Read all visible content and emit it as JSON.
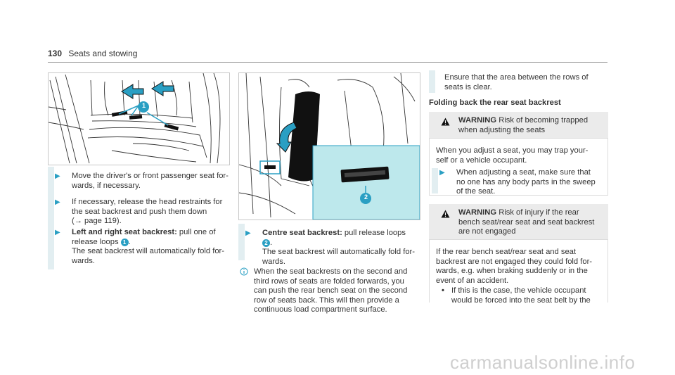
{
  "header": {
    "page_number": "130",
    "section": "Seats and stowing"
  },
  "col1": {
    "steps": [
      {
        "lines": [
          "Move the driver's or front passenger seat for-",
          "wards, if necessary."
        ]
      },
      {
        "lines": [
          "If necessary, release the head restraints for",
          "the seat backrest and push them down",
          "(→ page 119)."
        ]
      },
      {
        "bold": "Left and right seat backrest:",
        "pre": " pull one of",
        "line2_pre": "release loops ",
        "marker": "1",
        "line2_post": ".",
        "lines": [
          "The seat backrest will automatically fold for-",
          "wards."
        ]
      }
    ]
  },
  "col2": {
    "step": {
      "bold": "Centre seat backrest:",
      "pre": " pull release loops",
      "marker": "2",
      "after_marker": ".",
      "lines": [
        "The seat backrest will automatically fold for-",
        "wards."
      ]
    },
    "note": {
      "lines": [
        "When the seat backrests on the second and",
        "third rows of seats are folded forwards, you",
        "can push the rear bench seat on the second",
        "row of seats back. This will then provide a",
        "continuous load compartment surface."
      ]
    }
  },
  "col3": {
    "intro": [
      "Ensure that the area between the rows of",
      "seats is clear."
    ],
    "heading": "Folding back the rear seat backrest",
    "warning1": {
      "title": "WARNING",
      "head": [
        "Risk of becoming trapped",
        "when adjusting the seats"
      ],
      "body": [
        "When you adjust a seat, you may trap your-",
        "self or a vehicle occupant."
      ],
      "step": [
        "When adjusting a seat, make sure that",
        "no one has any body parts in the sweep",
        "of the seat."
      ]
    },
    "warning2": {
      "title": "WARNING",
      "head": [
        "Risk of injury if the rear",
        "bench seat/rear seat and seat backrest",
        "are not engaged"
      ],
      "body": [
        "If the rear bench seat/rear seat and seat",
        "backrest are not engaged they could fold for-",
        "wards, e.g. when braking suddenly or in the",
        "event of an accident."
      ],
      "bullet": [
        "If this is the case, the vehicle occupant",
        "would be forced into the seat belt by the"
      ]
    }
  },
  "figures": {
    "fig1_marker": "1",
    "fig2_marker": "2"
  },
  "watermark": "carmanualsonline.info",
  "colors": {
    "accent": "#2a9fc3",
    "step_bg": "#e2eef1",
    "inset_bg": "#bde8ec"
  }
}
